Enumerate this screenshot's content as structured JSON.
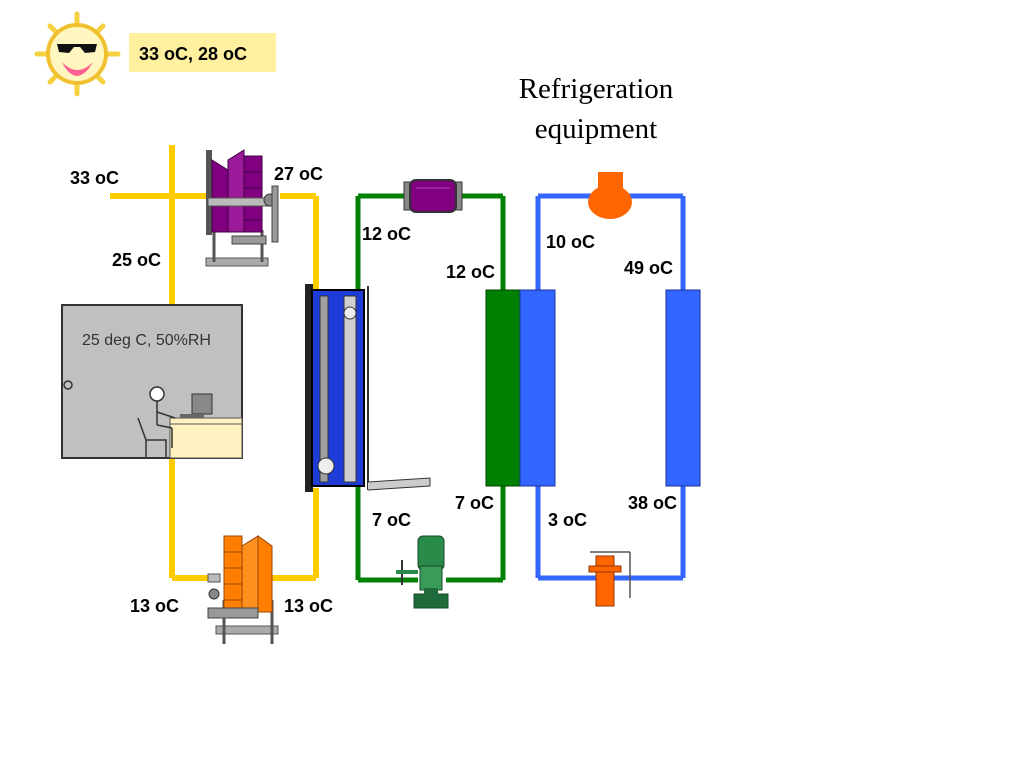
{
  "outdoor_badge": "33 oC, 28 oC",
  "title_line1": "Refrigeration",
  "title_line2": "equipment",
  "room_label": "25 deg C, 50%RH",
  "temps": {
    "outdoor_air": "33 oC",
    "supply_air_top": "27 oC",
    "return_air": "25 oC",
    "chw_return_top": "12 oC",
    "chw_return_evap": "12 oC",
    "evap_leaving": "10 oC",
    "discharge": "49 oC",
    "chw_supply_evap": "7 oC",
    "chw_supply_pump": "7 oC",
    "evap_entering": "3 oC",
    "cond_leaving": "38 oC",
    "cooler_left": "13 oC",
    "cooler_right": "13 oC"
  },
  "colors": {
    "air_loop": "#ffcc00",
    "chilled_water_loop": "#008000",
    "refrigerant_loop": "#3366ff",
    "ahu_upper": "#800080",
    "ahu_lower": "#ff8000",
    "compressor": "#ff6600",
    "room_fill": "#c0c0c0"
  }
}
